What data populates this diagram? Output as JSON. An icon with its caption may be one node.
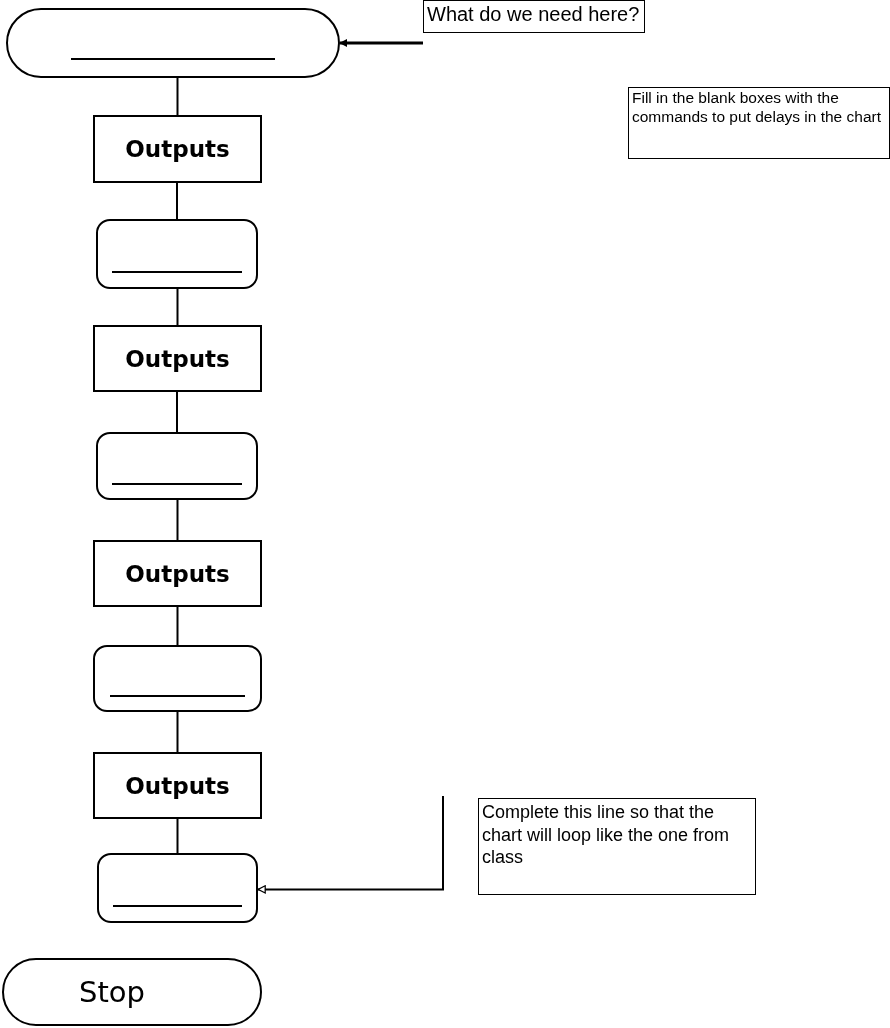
{
  "diagram": {
    "nodes": [
      {
        "text": [],
        "shape": "capsule"
      },
      {
        "text": [
          "Outputs"
        ]
      },
      {
        "text": [],
        "shape": "box"
      },
      {
        "text": [
          "Outputs"
        ]
      },
      {
        "text": [],
        "shape": "box"
      },
      {
        "text": [
          "Outputs"
        ]
      },
      {
        "text": [],
        "shape": "box"
      },
      {
        "text": [
          "Outputs"
        ]
      },
      {
        "text": [],
        "shape": "box"
      },
      {
        "text": [
          "Stop"
        ]
      },
      {
        "text": [
          "What do we need here?"
        ]
      },
      {
        "text": [
          "Fill in the blank boxes with the commands to put delays in the chart"
        ]
      },
      {
        "text": [
          "Complete this line so that the chart will loop like the one from class"
        ]
      }
    ],
    "edges": [
      {
        "from": 10,
        "to": 0,
        "arrow": "to"
      },
      {
        "from": 0,
        "to": 1,
        "arrow": "none"
      },
      {
        "from": 1,
        "to": 2,
        "arrow": "none"
      },
      {
        "from": 2,
        "to": 3,
        "arrow": "none"
      },
      {
        "from": 3,
        "to": 4,
        "arrow": "none"
      },
      {
        "from": 4,
        "to": 5,
        "arrow": "none"
      },
      {
        "from": 5,
        "to": 6,
        "arrow": "none"
      },
      {
        "from": 6,
        "to": 7,
        "arrow": "none"
      },
      {
        "from": 7,
        "to": 8,
        "arrow": "none"
      },
      {
        "from": null,
        "to": 8,
        "arrow": "to"
      }
    ]
  }
}
